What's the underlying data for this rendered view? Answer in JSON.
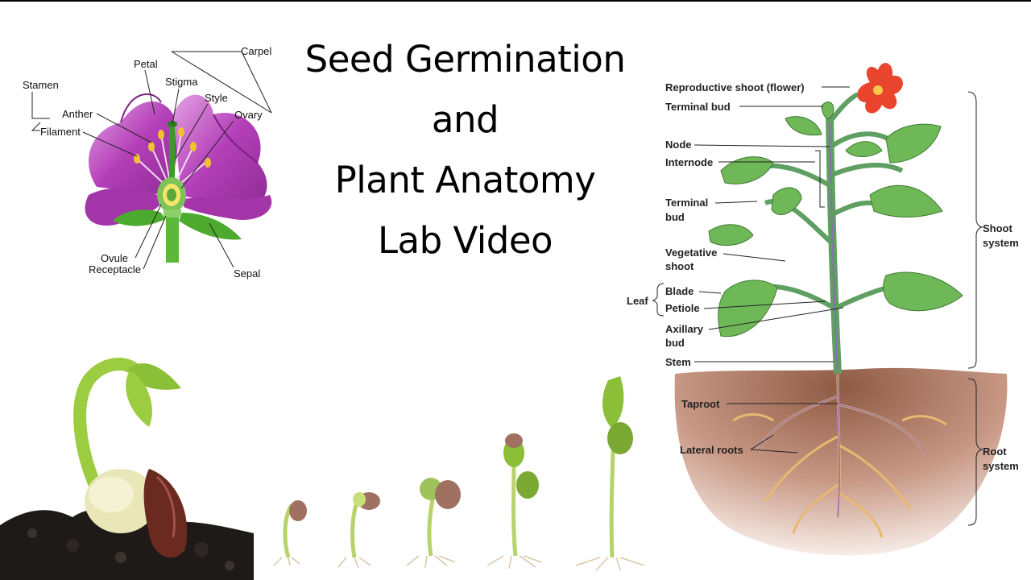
{
  "title": {
    "lines": [
      "Seed Germination",
      "and",
      "Plant Anatomy",
      "Lab Video"
    ]
  },
  "flower_diagram": {
    "labels": {
      "carpel": "Carpel",
      "petal": "Petal",
      "stamen": "Stamen",
      "stigma": "Stigma",
      "style": "Style",
      "anther": "Anther",
      "ovary": "Ovary",
      "filament": "Filament",
      "ovule": "Ovule",
      "receptacle": "Receptacle",
      "sepal": "Sepal"
    },
    "colors": {
      "petal": "#b43fb8",
      "petal_light": "#d98bdb",
      "stem": "#4caa2e",
      "anther": "#f1c232"
    }
  },
  "plant_diagram": {
    "labels": {
      "reproductive_shoot": "Reproductive shoot (flower)",
      "terminal_bud_top": "Terminal bud",
      "node": "Node",
      "internode": "Internode",
      "terminal_bud_line1": "Terminal",
      "terminal_bud_line2": "bud",
      "vegetative_line1": "Vegetative",
      "vegetative_line2": "shoot",
      "leaf": "Leaf",
      "blade": "Blade",
      "petiole": "Petiole",
      "axillary_line1": "Axillary",
      "axillary_line2": "bud",
      "stem": "Stem",
      "taproot": "Taproot",
      "lateral_roots": "Lateral roots",
      "shoot_system_line1": "Shoot",
      "shoot_system_line2": "system",
      "root_system_line1": "Root",
      "root_system_line2": "system"
    },
    "colors": {
      "soil": "#a8705a",
      "soil_light": "#e8cfc4",
      "leaf": "#6fb858",
      "stem": "#5f9f62",
      "root": "#e8b870",
      "flower": "#e8452c"
    }
  },
  "seedling_photo": {
    "colors": {
      "soil": "#1e1a18",
      "shoot": "#9ccc3f",
      "seed": "#e9e7b8",
      "seed_coat": "#6a2a20"
    }
  },
  "germination_sequence": {
    "stages": 5,
    "colors": {
      "stem": "#b7d36a",
      "seed_coat": "#a07060",
      "root": "#d9c8a8"
    }
  }
}
